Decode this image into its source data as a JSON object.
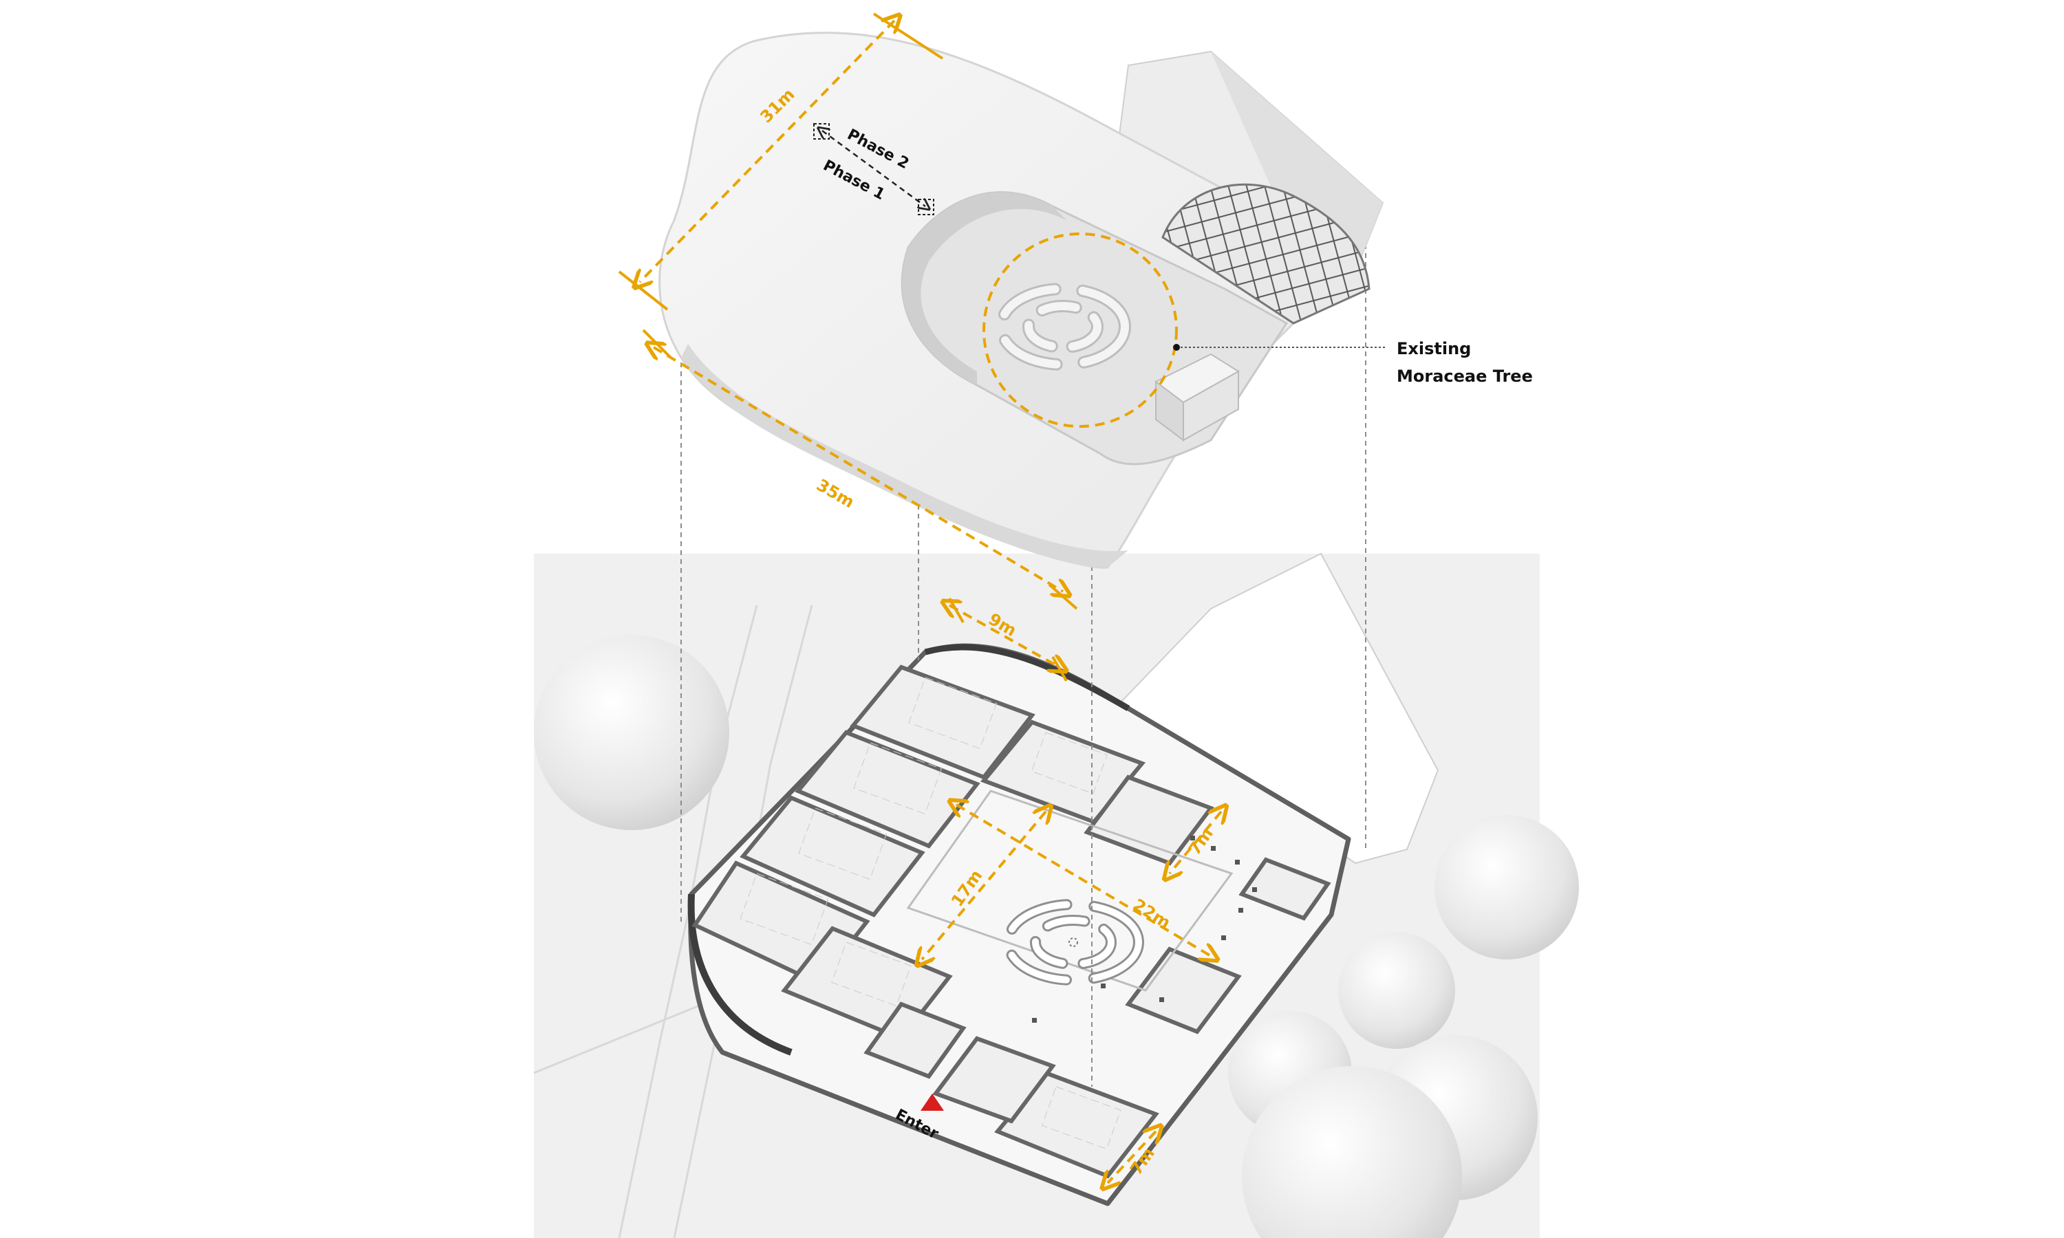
{
  "colors": {
    "background": "#ffffff",
    "ground": "#eeeeee",
    "building": "#f6f6f6",
    "wall": "#6f6f6f",
    "dimension": "#e8a400",
    "enter_marker": "#d81e1e",
    "guide_line": "#8c8c8c",
    "label_text": "#111111"
  },
  "roof": {
    "dim_length_top": "31m",
    "dim_length_side": "35m",
    "phase_2_label": "Phase 2",
    "phase_1_label": "Phase 1",
    "tree_callout_line1": "Existing",
    "tree_callout_line2": "Moraceae Tree"
  },
  "plan": {
    "dim_classroom_width": "9m",
    "dim_courtyard_depth": "17m",
    "dim_courtyard_width": "22m",
    "dim_side_wing_right": "7m",
    "dim_side_wing_bottom": "7m",
    "entrance_label": "Enter"
  }
}
